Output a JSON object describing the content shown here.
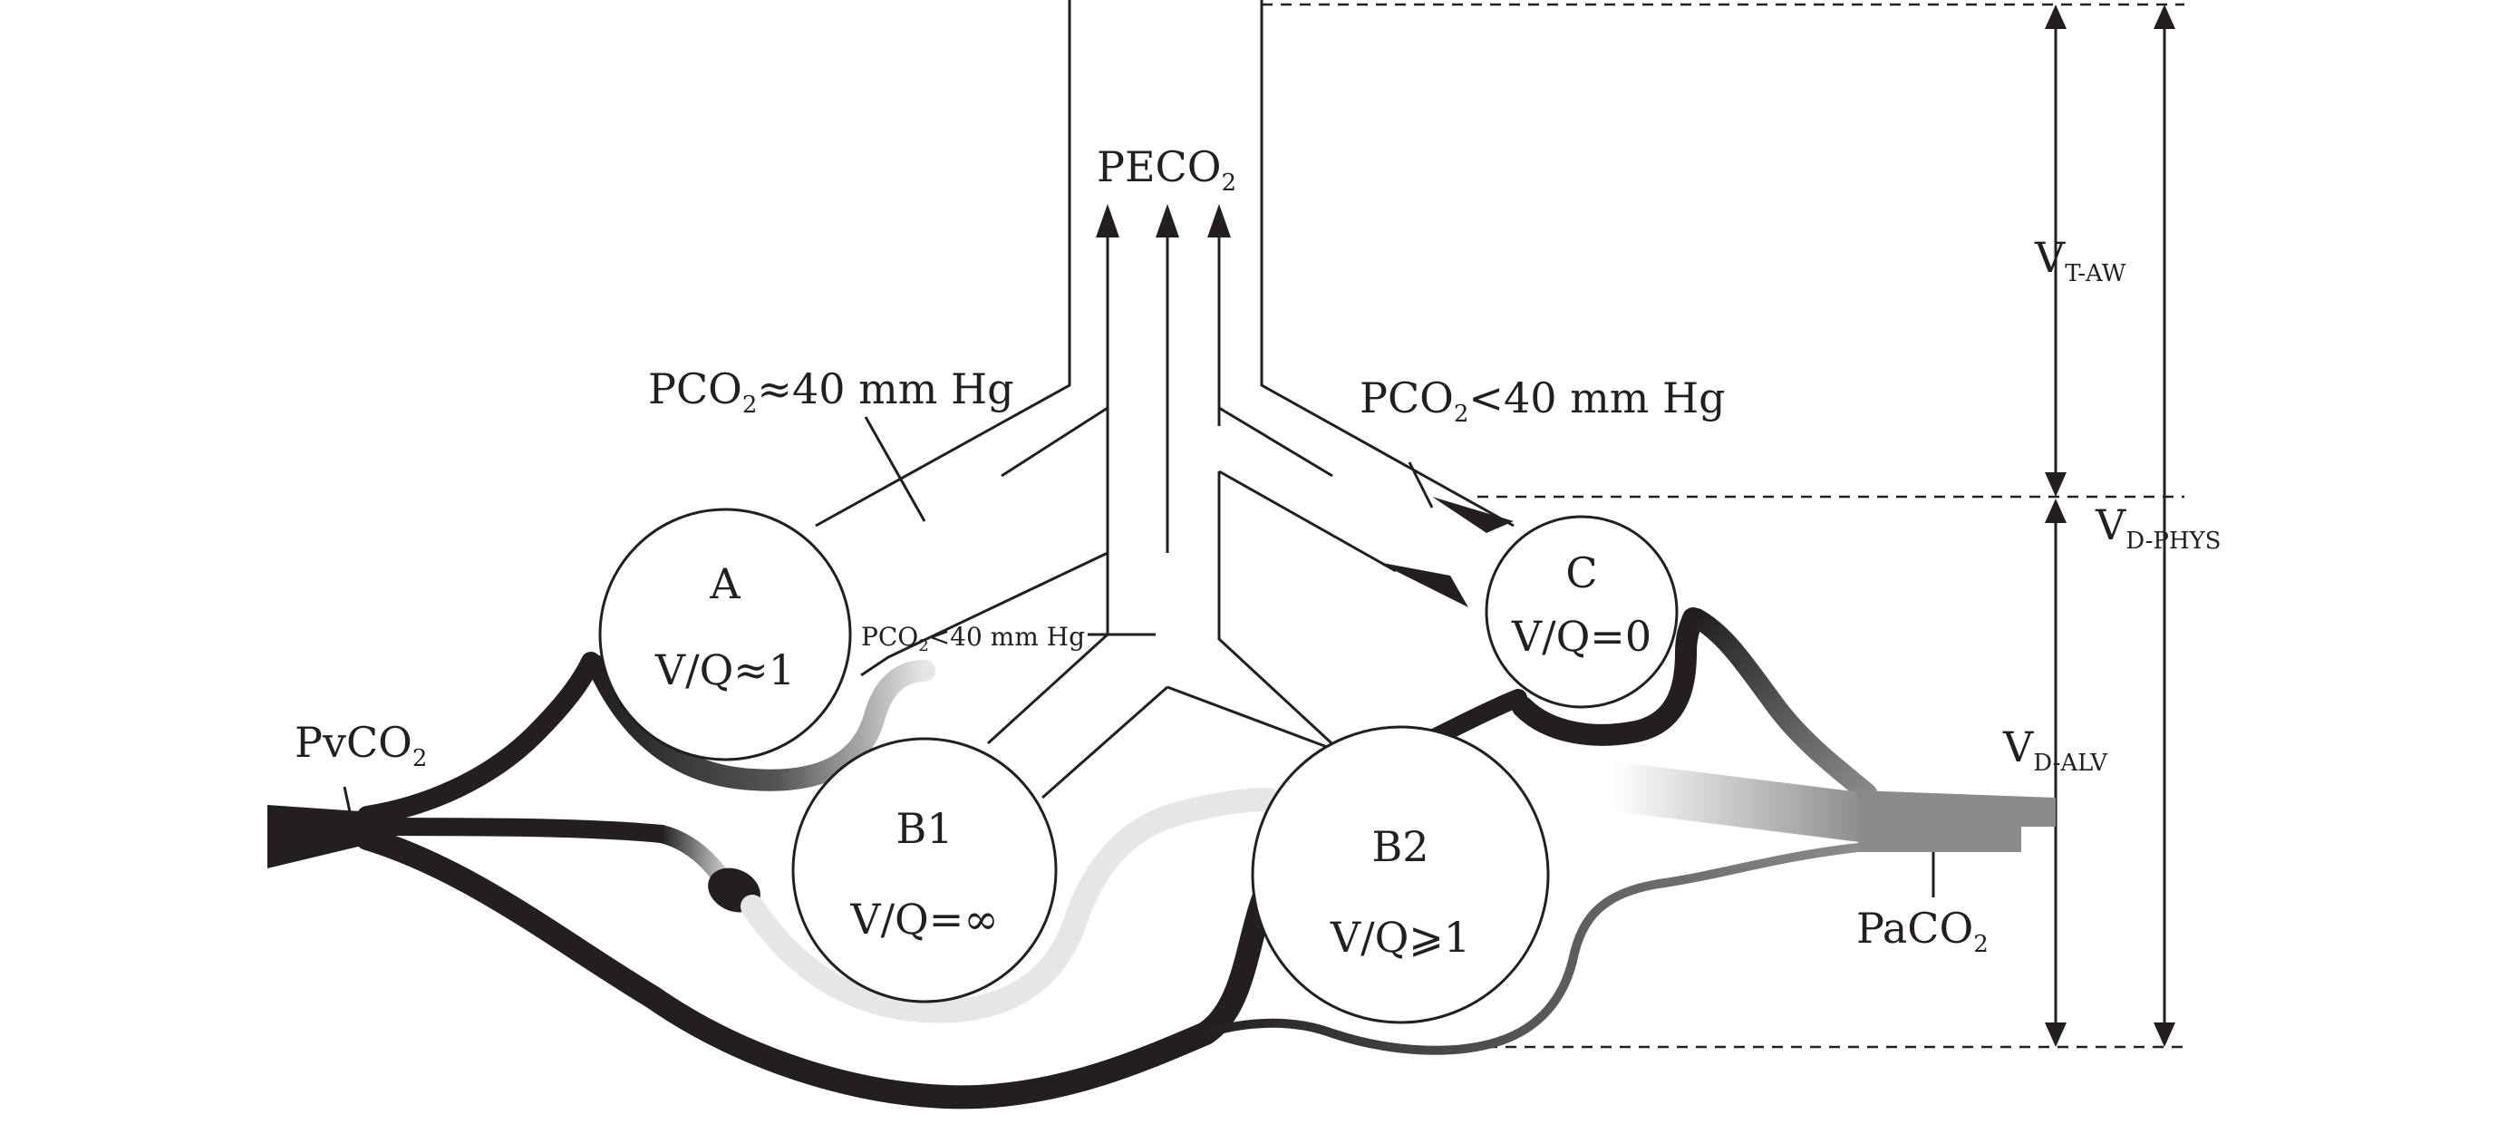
{
  "labels": {
    "peco2": "PECO",
    "peco2_sub": "2",
    "pco2_a": "PCO",
    "pco2_a_sub": "2",
    "pco2_a_rest": "≈40 mm Hg",
    "pco2_c": "PCO",
    "pco2_c_sub": "2",
    "pco2_c_rest": "<40 mm Hg",
    "pco2_b": "PCO",
    "pco2_b_sub": "2",
    "pco2_b_rest": "<40 mm Hg",
    "pvco2": "PvCO",
    "pvco2_sub": "2",
    "paco2": "PaCO",
    "paco2_sub": "2"
  },
  "alveoli": {
    "a": {
      "name": "A",
      "vq": "V/Q≈1"
    },
    "b1": {
      "name": "B1",
      "vq": "V/Q=∞"
    },
    "b2": {
      "name": "B2",
      "vq": "V/Q⩾1"
    },
    "c": {
      "name": "C",
      "vq": "V/Q=0"
    }
  },
  "volumes": {
    "vt_main": "V",
    "vt_sub": "T-AW",
    "vdphys_main": "V",
    "vdphys_sub": "D-PHYS",
    "vdalv_main": "V",
    "vdalv_sub": "D-ALV"
  },
  "colors": {
    "ink": "#231f20",
    "vessel_dark": "#231f20",
    "vessel_light": "#e6e6e6",
    "vessel_grey": "#8c8c8c",
    "artery_grey": "#8a8a8a"
  }
}
